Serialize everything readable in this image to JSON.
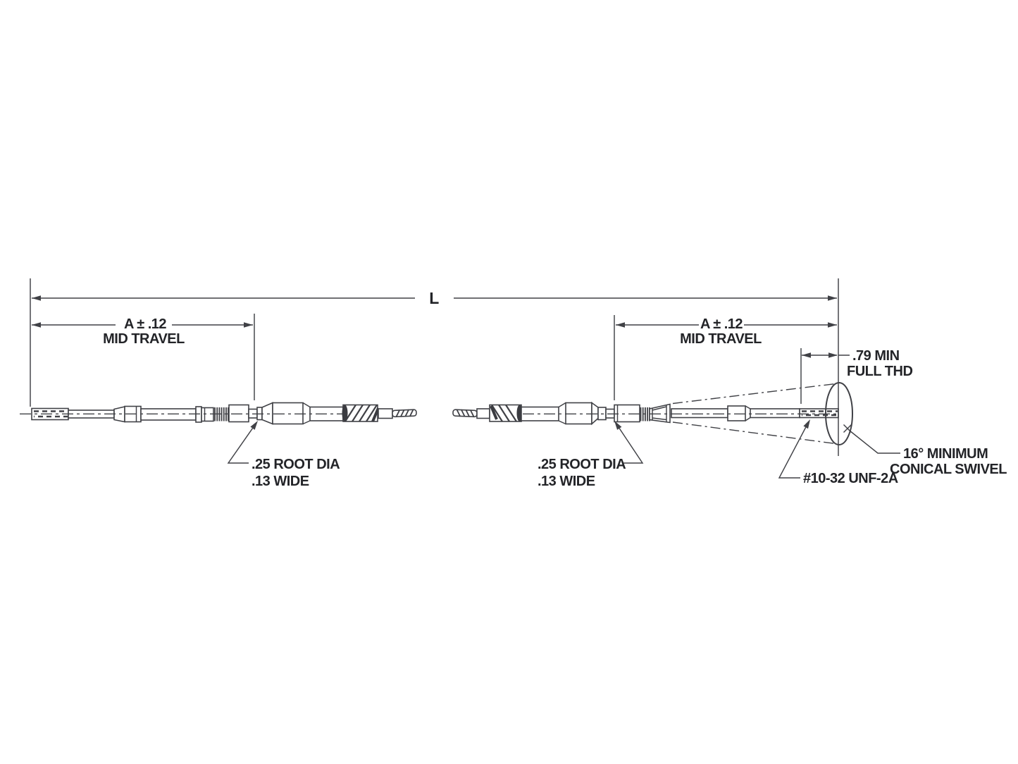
{
  "diagram": {
    "dimensions": {
      "overall_length": {
        "label": "L"
      },
      "left_mid_travel": {
        "value": "A ± .12",
        "caption": "MID TRAVEL"
      },
      "right_mid_travel": {
        "value": "A ± .12",
        "caption": "MID TRAVEL"
      },
      "full_thread": {
        "value": ".79 MIN",
        "caption": "FULL THD"
      }
    },
    "callouts": {
      "left_root_groove": {
        "line1": ".25 ROOT DIA",
        "line2": ".13 WIDE"
      },
      "right_root_groove": {
        "line1": ".25 ROOT DIA",
        "line2": ".13 WIDE"
      },
      "thread_spec": {
        "label": "#10-32 UNF-2A"
      },
      "conical_swivel": {
        "line1": "16° MINIMUM",
        "line2": "CONICAL SWIVEL"
      }
    },
    "colors": {
      "line": "#404146",
      "text": "#232428",
      "background": "#ffffff"
    }
  }
}
